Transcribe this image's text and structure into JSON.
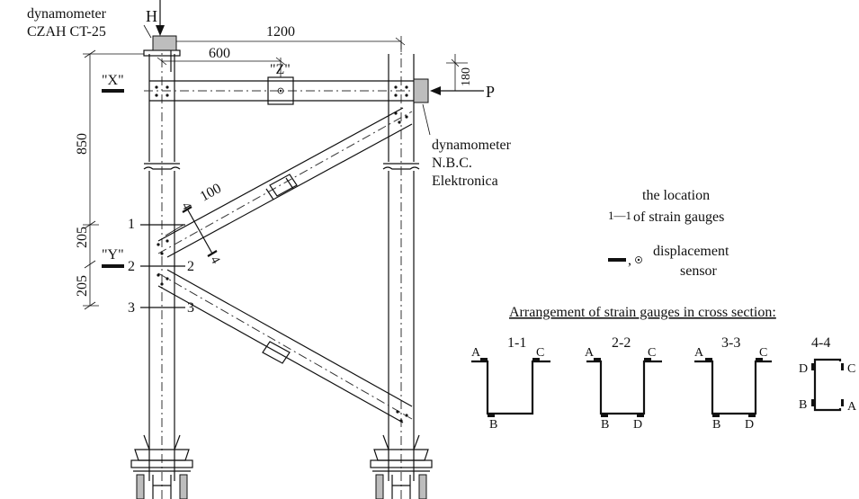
{
  "labels": {
    "dyn_top_line1": "dynamometer",
    "dyn_top_line2": "CZAH CT-25",
    "force_h": "H",
    "dim_1200": "1200",
    "dim_600": "600",
    "dim_180": "180",
    "force_p": "P",
    "label_x": "\"X\"",
    "label_z": "\"Z\"",
    "label_y": "\"Y\"",
    "dim_850": "850",
    "dim_205_a": "205",
    "dim_205_b": "205",
    "dim_100": "100",
    "dyn_right_line1": "dynamometer",
    "dyn_right_line2": "N.B.C.",
    "dyn_right_line3": "Elektronica",
    "sec_1_left": "1",
    "sec_2_left": "2",
    "sec_2_right": "2",
    "sec_3_left": "3",
    "sec_3_right": "3",
    "sec_4_top": "4",
    "sec_4_bottom": "4"
  },
  "legend": {
    "gauge_symbol": "1—1",
    "gauge_text_line1": "the location",
    "gauge_text_line2": "of strain gauges",
    "sensor_symbol": ",",
    "sensor_text_line1": "displacement",
    "sensor_text_line2": "sensor"
  },
  "arrangement": {
    "title": "Arrangement of strain gauges in cross section:",
    "sections": [
      {
        "name": "1-1",
        "gauges": [
          "A",
          "C",
          "B"
        ]
      },
      {
        "name": "2-2",
        "gauges": [
          "A",
          "C",
          "B",
          "D"
        ]
      },
      {
        "name": "3-3",
        "gauges": [
          "A",
          "C",
          "B",
          "D"
        ]
      },
      {
        "name": "4-4",
        "gauges": [
          "D",
          "C",
          "B",
          "A"
        ]
      }
    ]
  }
}
